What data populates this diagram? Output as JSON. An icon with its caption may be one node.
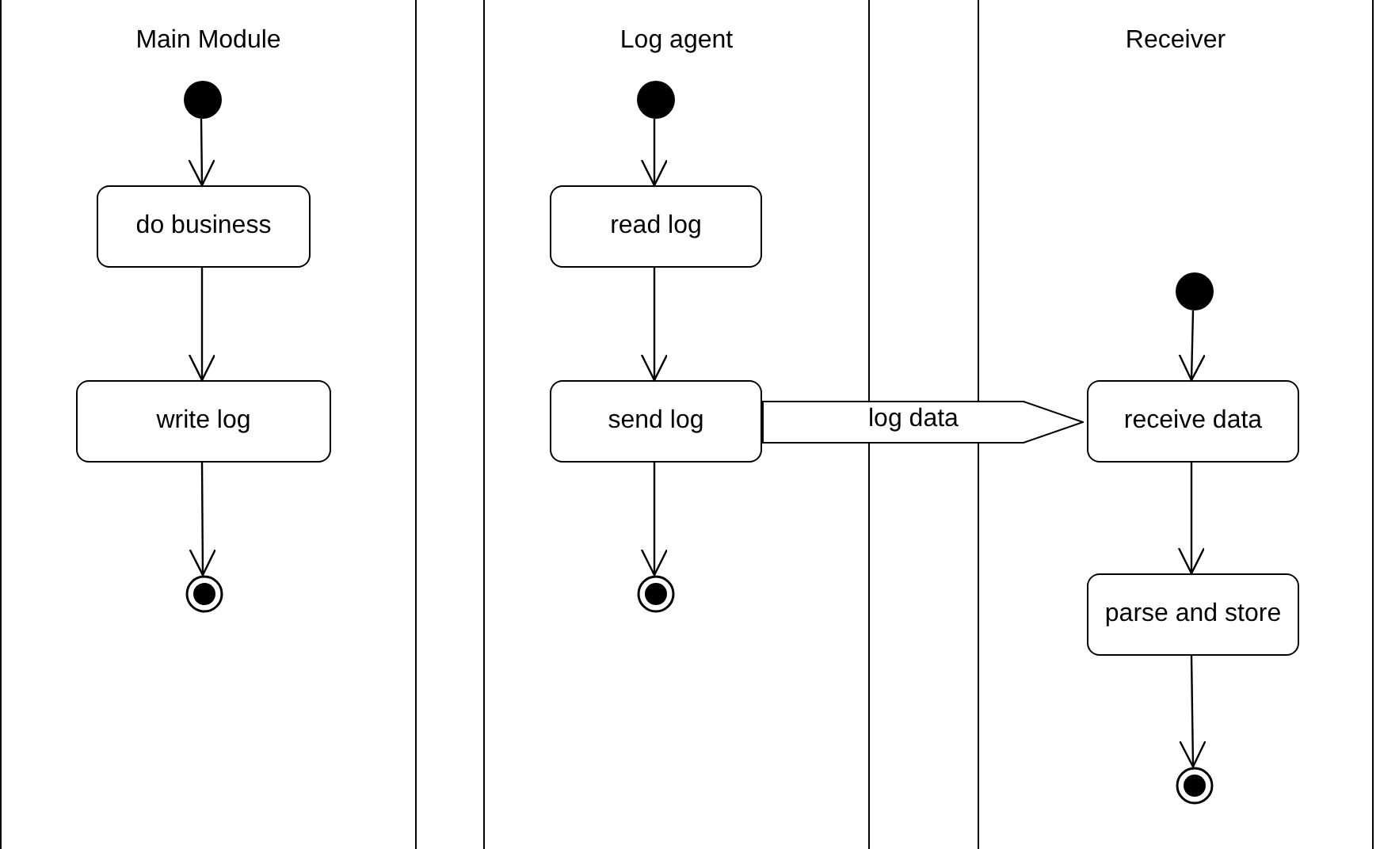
{
  "diagram": {
    "nodes": [
      {
        "text": [
          "Main Module"
        ]
      },
      {
        "text": [],
        "shape": "circle",
        "in": 0
      },
      {
        "text": [
          "do business"
        ],
        "in": 0
      },
      {
        "text": [
          "write log"
        ],
        "in": 0
      },
      {
        "text": [],
        "shape": "circle",
        "in": 0
      },
      {
        "text": [
          "Log agent"
        ]
      },
      {
        "text": [],
        "shape": "circle",
        "in": 5
      },
      {
        "text": [
          "read log"
        ],
        "in": 5
      },
      {
        "text": [
          "send log"
        ],
        "in": 5
      },
      {
        "text": [],
        "shape": "circle",
        "in": 5
      },
      {
        "text": [
          "Receiver"
        ]
      },
      {
        "text": [],
        "shape": "circle",
        "in": 10
      },
      {
        "text": [
          "receive data"
        ],
        "in": 10
      },
      {
        "text": [
          "parse and store"
        ],
        "in": 10
      },
      {
        "text": [],
        "shape": "circle",
        "in": 10
      },
      {
        "text": [
          "log data"
        ]
      }
    ],
    "edges": [
      {
        "from": 1,
        "to": 2,
        "arrow": "to"
      },
      {
        "from": 2,
        "to": 3,
        "arrow": "to"
      },
      {
        "from": 3,
        "to": 4,
        "arrow": "to"
      },
      {
        "from": 6,
        "to": 7,
        "arrow": "to"
      },
      {
        "from": 7,
        "to": 8,
        "arrow": "to"
      },
      {
        "from": 8,
        "to": 9,
        "arrow": "to"
      },
      {
        "from": 11,
        "to": 12,
        "arrow": "to"
      },
      {
        "from": 12,
        "to": 13,
        "arrow": "to"
      },
      {
        "from": 13,
        "to": 14,
        "arrow": "to"
      }
    ]
  }
}
